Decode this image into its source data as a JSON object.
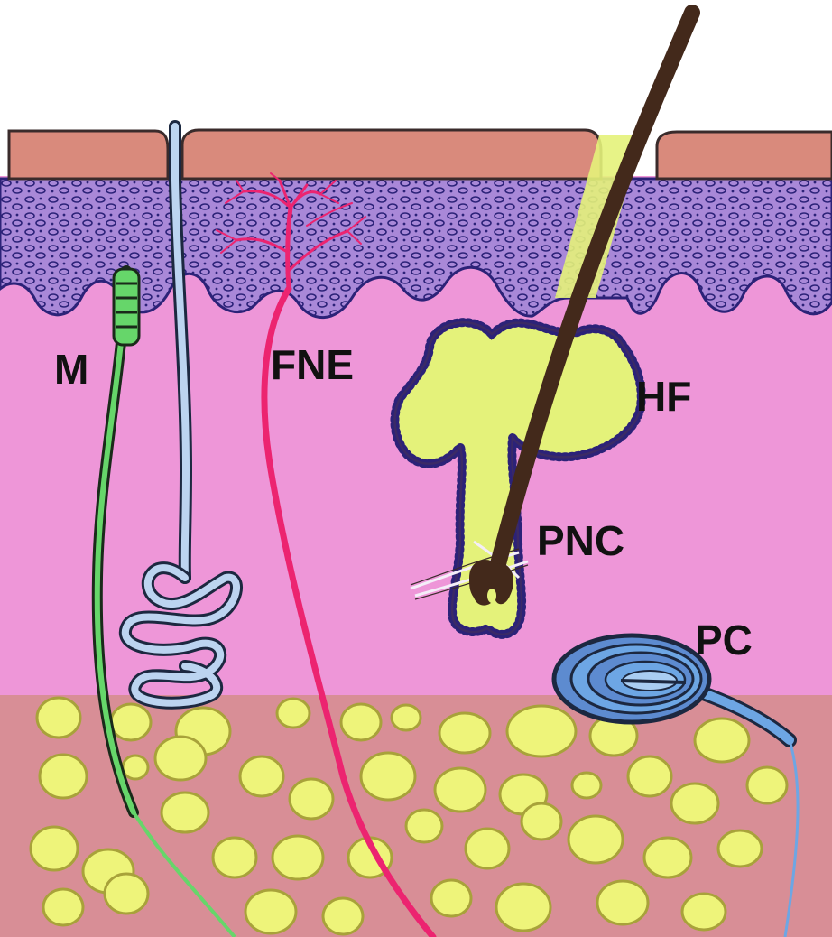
{
  "labels": {
    "meissner": "M",
    "free_nerve_endings": "FNE",
    "hair_follicle": "HF",
    "peritrichial_nerve_complex": "PNC",
    "pacinian_corpuscle": "PC"
  },
  "colors": {
    "background": "#ffffff",
    "epidermis_surface": "#d98a7c",
    "epidermis_layer": "#a988d8",
    "dermis": "#ee96d8",
    "hypodermis": "#d88e96",
    "fat_cell": "#eef47a",
    "fat_cell_outline": "#a8a23a",
    "hair": "#43291b",
    "hair_follicle_fill": "#e4f27a",
    "meissner_fiber": "#66d66a",
    "sweat_duct": "#bcd4f0",
    "free_nerve_ending": "#ec2470",
    "pacinian": "#6da6e4"
  }
}
